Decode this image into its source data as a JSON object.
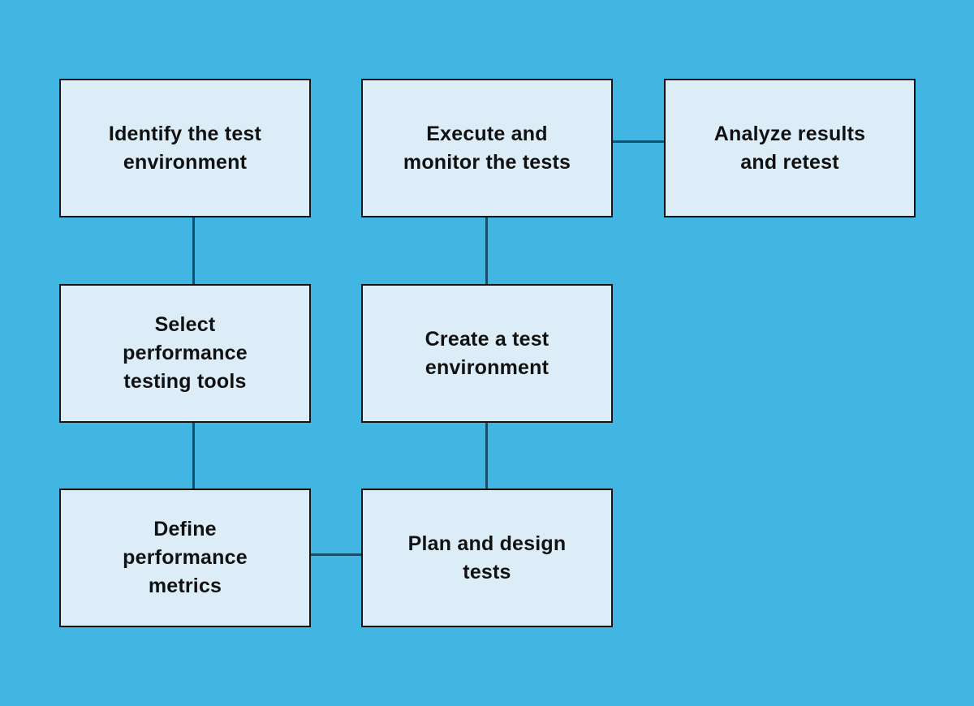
{
  "diagram": {
    "type": "flowchart",
    "background_color": "#42b6e2",
    "node_fill_color": "#dcedf8",
    "node_border_color": "#141414",
    "connector_color": "#14506b",
    "text_color": "#111111",
    "nodes": [
      {
        "id": "identify-test-environment",
        "label": "Identify the test\nenvironment"
      },
      {
        "id": "execute-and-monitor-tests",
        "label": "Execute and\nmonitor the tests"
      },
      {
        "id": "analyze-results-and-retest",
        "label": "Analyze results\nand retest"
      },
      {
        "id": "select-performance-testing-tools",
        "label": "Select\nperformance\ntesting tools"
      },
      {
        "id": "create-test-environment",
        "label": "Create a test\nenvironment"
      },
      {
        "id": "define-performance-metrics",
        "label": "Define\nperformance\nmetrics"
      },
      {
        "id": "plan-and-design-tests",
        "label": "Plan and design\ntests"
      }
    ],
    "edges": [
      {
        "from": "identify-test-environment",
        "to": "select-performance-testing-tools"
      },
      {
        "from": "select-performance-testing-tools",
        "to": "define-performance-metrics"
      },
      {
        "from": "define-performance-metrics",
        "to": "plan-and-design-tests"
      },
      {
        "from": "plan-and-design-tests",
        "to": "create-test-environment"
      },
      {
        "from": "create-test-environment",
        "to": "execute-and-monitor-tests"
      },
      {
        "from": "execute-and-monitor-tests",
        "to": "analyze-results-and-retest"
      }
    ]
  }
}
